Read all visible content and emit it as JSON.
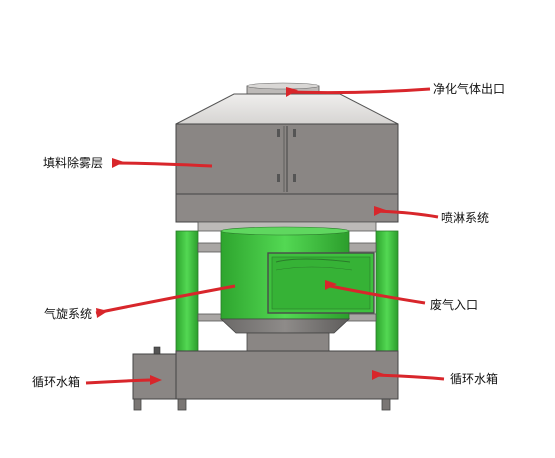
{
  "labels": {
    "outlet": "净化气体出口",
    "packing": "填料除雾层",
    "spray": "喷淋系统",
    "cyclone": "气旋系统",
    "inlet": "废气入口",
    "tank_left": "循环水箱",
    "tank_right": "循环水箱"
  },
  "colors": {
    "arrow": "#d8262b",
    "tower_gray": "#8a8684",
    "green": "#3fbf3f"
  }
}
